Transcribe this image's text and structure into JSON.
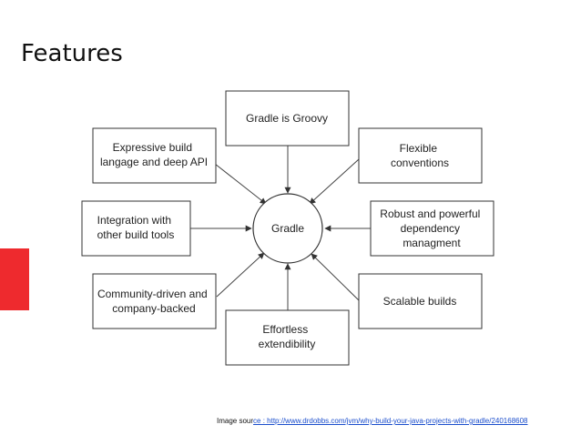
{
  "slide": {
    "title": "Features",
    "accent_color": "#ee2a2e"
  },
  "diagram": {
    "center": "Gradle",
    "nodes": {
      "top": [
        "Gradle is Groovy"
      ],
      "top_left": [
        "Expressive build",
        "langage and deep API"
      ],
      "top_right": [
        "Flexible",
        "conventions"
      ],
      "left": [
        "Integration with",
        "other build tools"
      ],
      "right": [
        "Robust and powerful",
        "dependency",
        "managment"
      ],
      "bottom_left": [
        "Community-driven and",
        "company-backed"
      ],
      "bottom_right": [
        "Scalable builds"
      ],
      "bottom": [
        "Effortless",
        "extendibility"
      ]
    }
  },
  "caption": {
    "prefix": "Image sour",
    "link_text": "ce : http://www.drdobbs.com/jvm/why-build-your-java-projects-with-gradle/240168608"
  }
}
